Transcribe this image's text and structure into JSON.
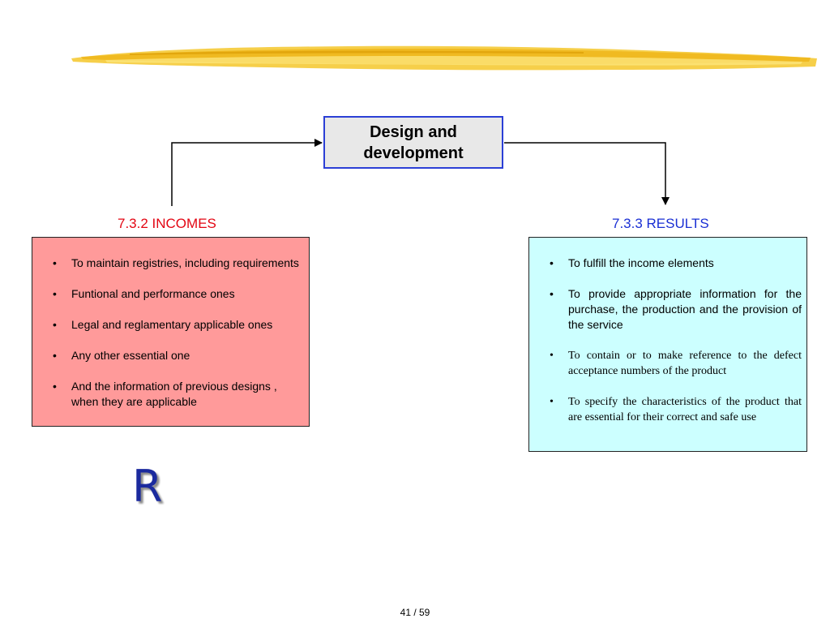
{
  "slide": {
    "center_box": {
      "title": "Design and development"
    },
    "incomes": {
      "label": "7.3.2 INCOMES",
      "bullets": [
        "To maintain registries, including requirements",
        "Funtional and performance ones",
        "Legal and reglamentary applicable ones",
        "Any other essential one",
        "And the information of previous designs , when they are applicable"
      ]
    },
    "results": {
      "label": "7.3.3 RESULTS",
      "bullets": [
        "To fulfill the income elements",
        "To provide appropriate information for the purchase, the production and the provision of the service",
        "To contain or to make reference to the defect acceptance numbers of the product",
        "To specify the characteristics of the product that are essential for their correct and safe use"
      ]
    },
    "logo_letter": "R",
    "page_number": "41 / 59"
  },
  "colors": {
    "incomes_label": "#e30613",
    "results_label": "#1a2fd4",
    "incomes_panel": "#ff9a9a",
    "results_panel": "#ccffff",
    "center_box_fill": "#e8e8e8",
    "center_box_border": "#2b3fd6",
    "brush_stroke": "#f2c21a",
    "logo": "#1b2a9e"
  },
  "icons": {
    "header": "yellow-brush-stroke",
    "bullet": "bullet-dot",
    "arrow": "arrowhead"
  }
}
